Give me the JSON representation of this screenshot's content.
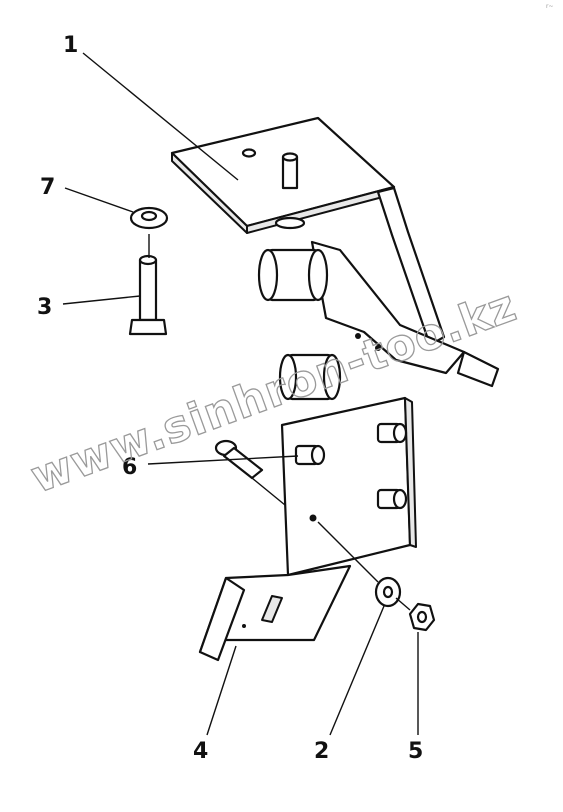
{
  "callouts": [
    {
      "id": "1",
      "label": "1"
    },
    {
      "id": "7",
      "label": "7"
    },
    {
      "id": "3",
      "label": "3"
    },
    {
      "id": "6",
      "label": "6"
    },
    {
      "id": "4",
      "label": "4"
    },
    {
      "id": "2",
      "label": "2"
    },
    {
      "id": "5",
      "label": "5"
    }
  ],
  "watermark": "www.sinhron-too.kz",
  "corner_mark": "r~",
  "colors": {
    "line": "#111111",
    "watermark": "#9a9a9a",
    "background": "#ffffff"
  }
}
